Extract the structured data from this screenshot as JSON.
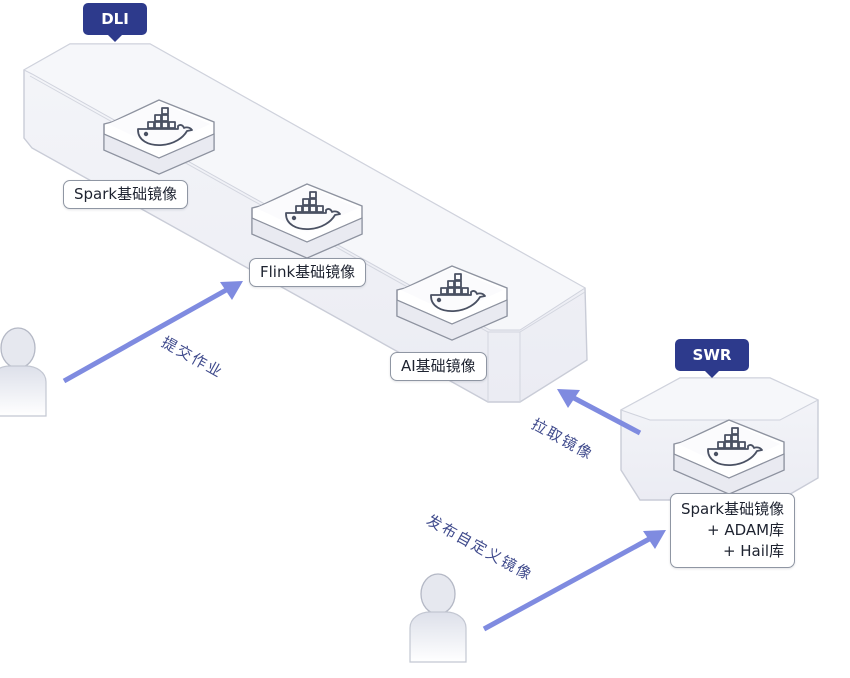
{
  "platforms": {
    "dli": {
      "label": "DLI"
    },
    "swr": {
      "label": "SWR"
    }
  },
  "images": {
    "spark": "Spark基础镜像",
    "flink": "Flink基础镜像",
    "ai": "AI基础镜像",
    "custom": [
      "Spark基础镜像",
      "+ ADAM库",
      "+ Hail库"
    ]
  },
  "actions": {
    "submit_job": "提交作业",
    "pull_image": "拉取镜像",
    "publish_custom_image": "发布自定义镜像"
  },
  "colors": {
    "tag": "#2d3a8c",
    "arrow": "#7f8be0",
    "platform_fill": "#ecedf4",
    "platform_edge": "#c9ccd7",
    "icon_stroke": "#4a5163"
  },
  "icons": {
    "image_node": "docker-whale-icon",
    "user": "user-icon"
  }
}
